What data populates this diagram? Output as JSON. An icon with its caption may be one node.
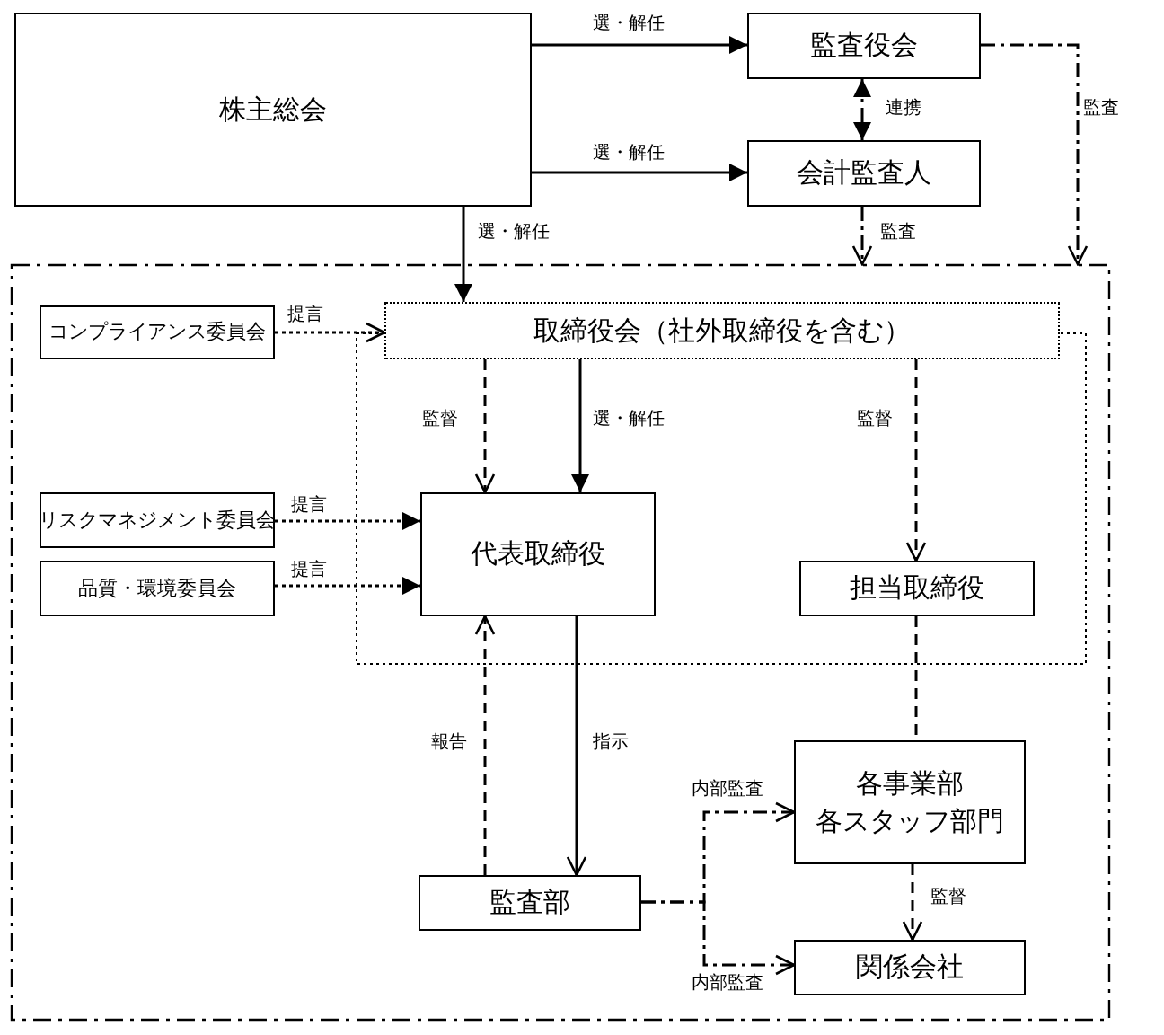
{
  "diagram": {
    "nodes": [
      {
        "text": [
          "株主総会"
        ]
      },
      {
        "text": [
          "監査役会"
        ]
      },
      {
        "text": [
          "会計監査人"
        ]
      },
      {
        "text": [],
        "shape": "box"
      },
      {
        "text": [
          "コンプライアンス委員会"
        ],
        "in": 3
      },
      {
        "text": [
          "取締役会（社外取締役を含む）"
        ],
        "in": 3
      },
      {
        "text": [],
        "shape": "box",
        "in": 3
      },
      {
        "text": [
          "リスクマネジメント委員会"
        ],
        "in": 3
      },
      {
        "text": [
          "代表取締役"
        ],
        "in": 6
      },
      {
        "text": [
          "品質・環境委員会"
        ],
        "in": 3
      },
      {
        "text": [
          "担当取締役"
        ],
        "in": 6
      },
      {
        "text": [
          "各事業部",
          "各スタッフ部門"
        ],
        "in": 3
      },
      {
        "text": [
          "監査部"
        ],
        "in": 3
      },
      {
        "text": [
          "関係会社"
        ],
        "in": 3
      }
    ],
    "edges": [
      {
        "from": 0,
        "to": 1,
        "arrow": "to",
        "label": "選・解任"
      },
      {
        "from": 0,
        "to": 2,
        "arrow": "to",
        "label": "選・解任"
      },
      {
        "from": 0,
        "to": 5,
        "arrow": "to",
        "label": "選・解任"
      },
      {
        "from": 1,
        "to": 2,
        "arrow": "both",
        "label": "連携",
        "style": "dashed"
      },
      {
        "from": 1,
        "to": 3,
        "arrow": "to",
        "label": "監査",
        "style": "dashed"
      },
      {
        "from": 2,
        "to": 3,
        "arrow": "to",
        "label": "監査",
        "style": "dashed"
      },
      {
        "from": 4,
        "to": 5,
        "arrow": "to",
        "label": "提言",
        "style": "dashed"
      },
      {
        "from": 5,
        "to": 8,
        "arrow": "to",
        "label": "監督",
        "style": "dashed"
      },
      {
        "from": 5,
        "to": 8,
        "arrow": "to",
        "label": "選・解任"
      },
      {
        "from": 5,
        "to": 10,
        "arrow": "to",
        "label": "監督",
        "style": "dashed"
      },
      {
        "from": 7,
        "to": 8,
        "arrow": "to",
        "label": "提言",
        "style": "dashed"
      },
      {
        "from": 9,
        "to": 8,
        "arrow": "to",
        "label": "提言",
        "style": "dashed"
      },
      {
        "from": 12,
        "to": 8,
        "arrow": "to",
        "label": "報告",
        "style": "dashed"
      },
      {
        "from": 8,
        "to": 12,
        "arrow": "to",
        "label": "指示"
      },
      {
        "from": 10,
        "to": 11,
        "arrow": "none",
        "style": "dashed"
      },
      {
        "from": 12,
        "to": 11,
        "arrow": "to",
        "label": "内部監査",
        "style": "dashed"
      },
      {
        "from": 12,
        "to": 13,
        "arrow": "to",
        "label": "内部監査",
        "style": "dashed"
      },
      {
        "from": 11,
        "to": 13,
        "arrow": "to",
        "label": "監督",
        "style": "dashed"
      }
    ]
  }
}
